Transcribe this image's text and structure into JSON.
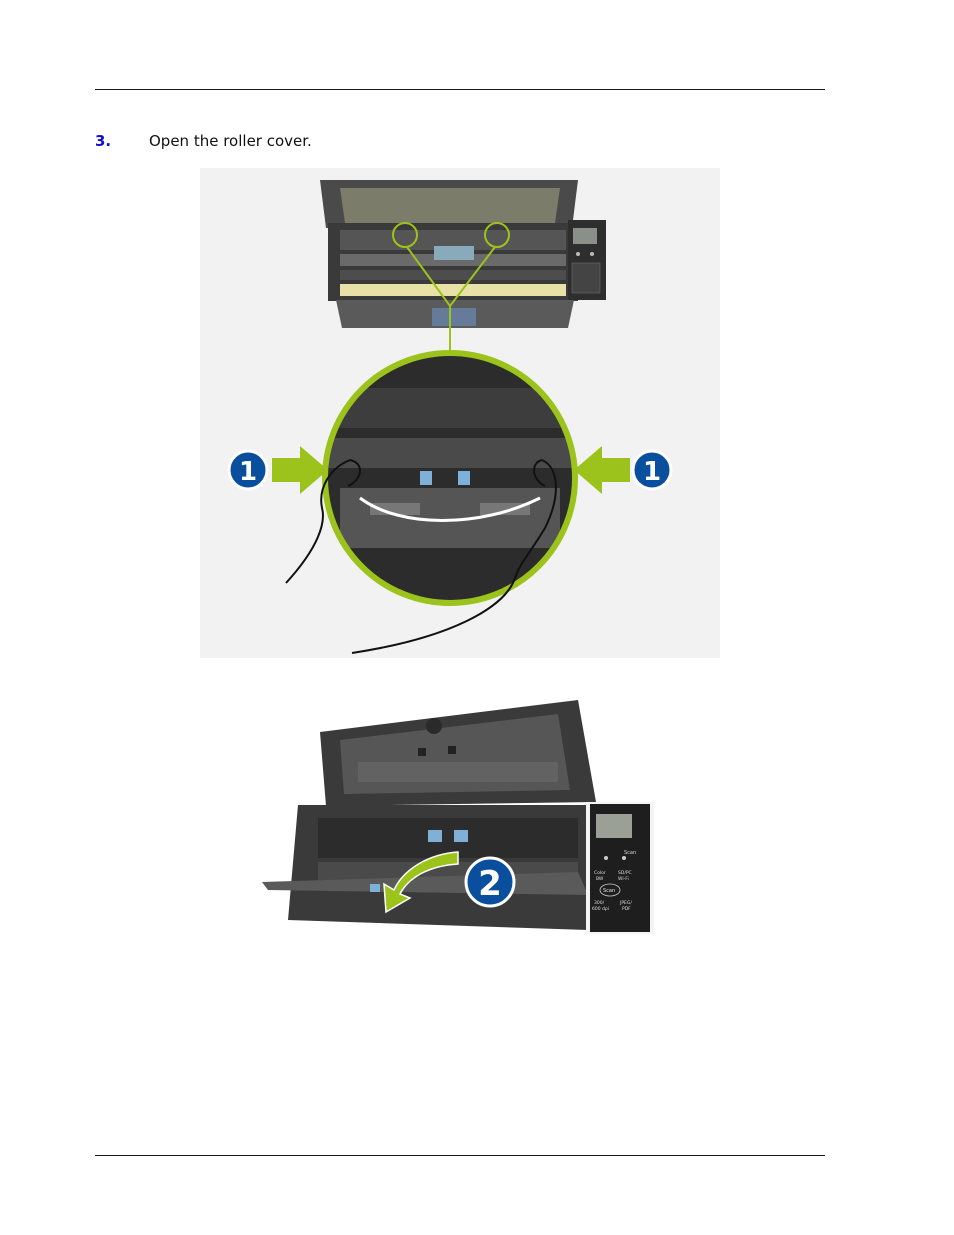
{
  "step": {
    "number": "3.",
    "text": "Open the roller cover."
  },
  "figure_top": {
    "badges": [
      "1",
      "1"
    ],
    "accent_color": "#9bc31c",
    "badge_color": "#0a4f9e"
  },
  "figure_bottom": {
    "badge": "2",
    "panel_labels": {
      "scan": "Scan",
      "color": "Color",
      "bw": "BW",
      "sdpc": "SD/PC",
      "wifi": "Wi-Fi",
      "dpi": "300/",
      "dpi2": "600 dpi",
      "jpeg": "JPEG/",
      "pdf": "PDF"
    }
  }
}
